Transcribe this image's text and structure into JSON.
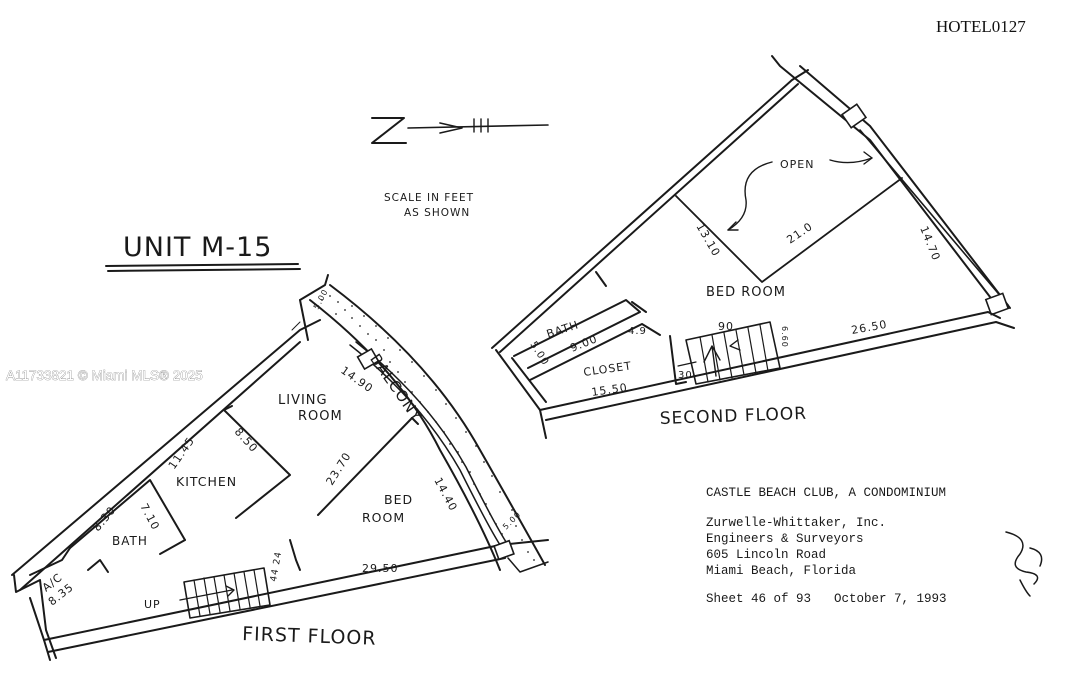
{
  "document": {
    "reference_code": "HOTEL0127",
    "watermark": "A11733821 © Miami MLS® 2025",
    "unit_title": "UNIT M-15",
    "scale_line1": "SCALE IN FEET",
    "scale_line2": "AS SHOWN"
  },
  "first_floor": {
    "title": "FIRST FLOOR",
    "balcony": "BALCONY",
    "living_room_line1": "LIVING",
    "living_room_line2": "ROOM",
    "kitchen": "KITCHEN",
    "bed_line1": "BED",
    "bed_line2": "ROOM",
    "bath": "BATH",
    "ac": "A/C",
    "up": "UP",
    "dims": {
      "d_14_90": "14.90",
      "d_11_45": "11.45",
      "d_8_50": "8.50",
      "d_23_70": "23.70",
      "d_14_40": "14.40",
      "d_8_30": "8.30",
      "d_7_10": "7.10",
      "d_8_35": "8.35",
      "d_29_50": "29.50",
      "d_5_00_top": "5.00",
      "d_5_00_bottom": "5.00",
      "d_44_24": "44 24"
    }
  },
  "second_floor": {
    "title": "SECOND FLOOR",
    "open": "OPEN",
    "bed_room": "BED ROOM",
    "bath": "BATH",
    "closet": "CLOSET",
    "dims": {
      "d_13_10": "13.10",
      "d_21_0": "21.0",
      "d_14_70": "14.70",
      "d_26_50": "26.50",
      "d_9_00": "9.00",
      "d_5_00": "5.00",
      "d_4_9": "4.9",
      "d_15_50": "15.50",
      "d_90": "90",
      "d_30": "30",
      "d_6_60": "6.60"
    }
  },
  "title_block": {
    "project": "CASTLE BEACH CLUB, A CONDOMINIUM",
    "firm": "Zurwelle-Whittaker, Inc.",
    "firm_desc": "Engineers & Surveyors",
    "address": "605 Lincoln Road",
    "city": "Miami Beach, Florida",
    "sheet": "Sheet 46 of 93",
    "date": "October 7, 1993"
  }
}
